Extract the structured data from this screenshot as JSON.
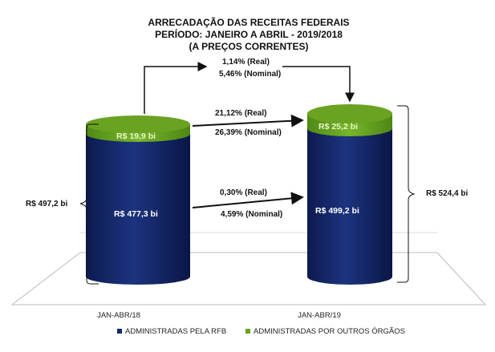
{
  "chart_data": {
    "type": "bar",
    "stacked": true,
    "title": [
      "ARRECADAÇÃO DAS RECEITAS FEDERAIS",
      "PERÍODO: JANEIRO A ABRIL - 2019/2018",
      "(A PREÇOS CORRENTES)"
    ],
    "categories": [
      "JAN-ABR/18",
      "JAN-ABR/19"
    ],
    "series": [
      {
        "name": "ADMINISTRADAS PELA RFB",
        "color": "#14286e",
        "values": [
          477.3,
          499.2
        ],
        "labels": [
          "R$ 477,3  bi",
          "R$ 499,2  bi"
        ]
      },
      {
        "name": "ADMINISTRADAS POR OUTROS ÓRGÃOS",
        "color": "#6aa321",
        "values": [
          19.9,
          25.2
        ],
        "labels": [
          "R$ 19,9  bi",
          "R$ 25,2  bi"
        ]
      }
    ],
    "totals": [
      "R$ 497,2  bi",
      "R$ 524,4  bi"
    ],
    "growth": {
      "others": {
        "real": "1,14%  (Real)",
        "nominal": "5,46%   (Nominal)"
      },
      "others_top": {
        "real": "21,12%  (Real)",
        "nominal": "26,39%  (Nominal)"
      },
      "rfb": {
        "real": "0,30%  (Real)",
        "nominal": "4,59%  (Nominal)"
      }
    },
    "legend_position": "bottom"
  }
}
